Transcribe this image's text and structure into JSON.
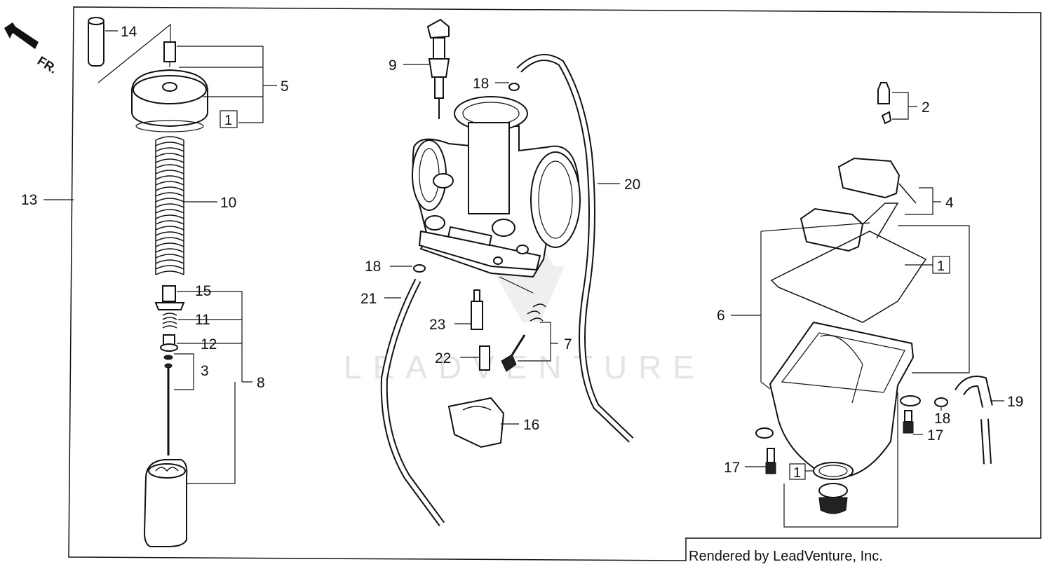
{
  "direction_label": "FR.",
  "watermark": "LEADVENTURE",
  "credit": "Rendered by LeadVenture, Inc.",
  "box_label": "1",
  "callouts": {
    "c14": "14",
    "c5": "5",
    "c13": "13",
    "c10": "10",
    "c15": "15",
    "c11": "11",
    "c12": "12",
    "c3": "3",
    "c8": "8",
    "c9": "9",
    "c18a": "18",
    "c20": "20",
    "c18b": "18",
    "c21": "21",
    "c23": "23",
    "c7": "7",
    "c22": "22",
    "c16": "16",
    "c2": "2",
    "c4": "4",
    "c6": "6",
    "c19": "19",
    "c18c": "18",
    "c17a": "17",
    "c17b": "17"
  },
  "colors": {
    "ink": "#111111",
    "watermark": "#e4e4e4",
    "background": "#ffffff"
  }
}
